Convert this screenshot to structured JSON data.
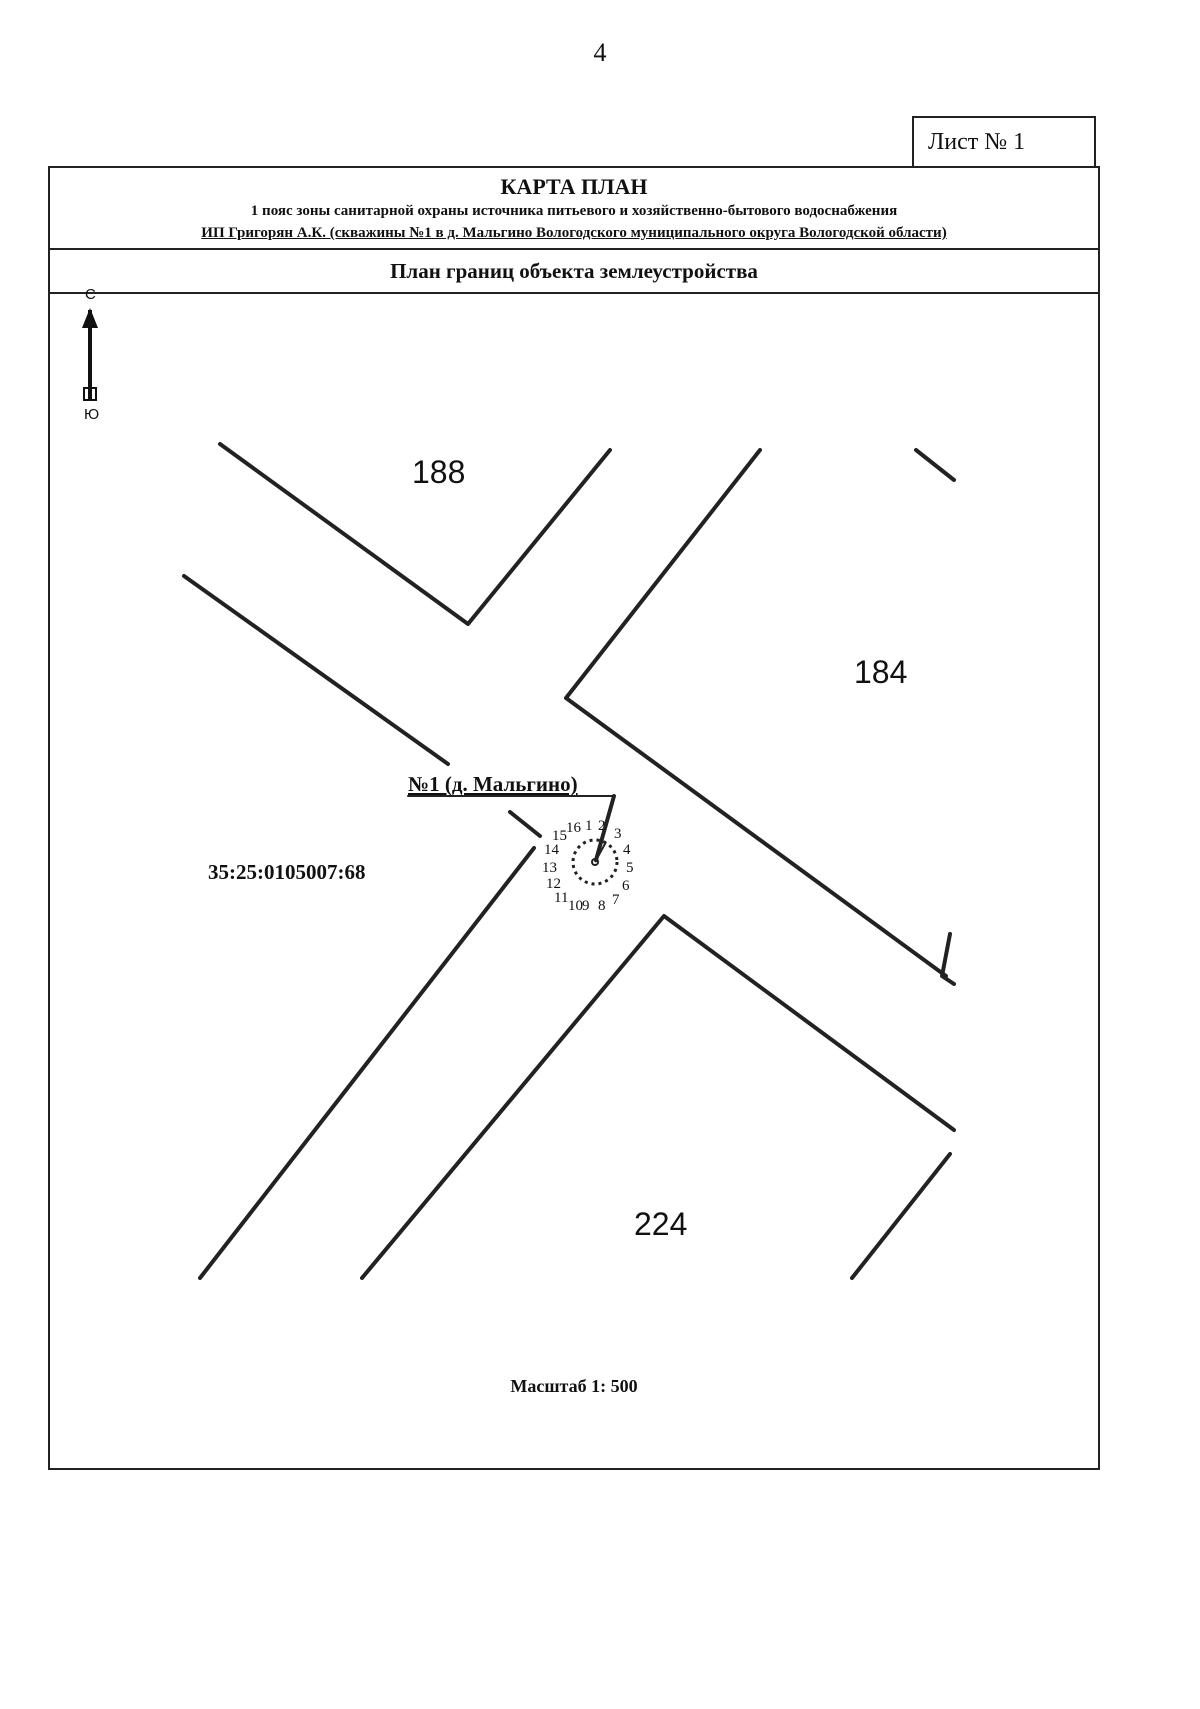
{
  "page_number": "4",
  "sheet_label": "Лист № 1",
  "header": {
    "title": "КАРТА ПЛАН",
    "line1": "1 пояс зоны санитарной охраны источника питьевого и хозяйственно-бытового водоснабжения",
    "line2": "ИП Григорян А.К. (скважины №1 в д. Мальгино Вологодского муниципального округа Вологодской области)"
  },
  "subheader": "План границ объекта землеустройства",
  "compass": {
    "north": "С",
    "south": "Ю"
  },
  "parcels": [
    "188",
    "184",
    "224"
  ],
  "cadastral_number": "35:25:0105007:68",
  "well_label": "№1 (д. Мальгино)",
  "boundary_points": [
    "1",
    "2",
    "3",
    "4",
    "5",
    "6",
    "7",
    "8",
    "9",
    "10",
    "11",
    "12",
    "13",
    "14",
    "15",
    "16"
  ],
  "scale": "Масштаб 1: 500"
}
